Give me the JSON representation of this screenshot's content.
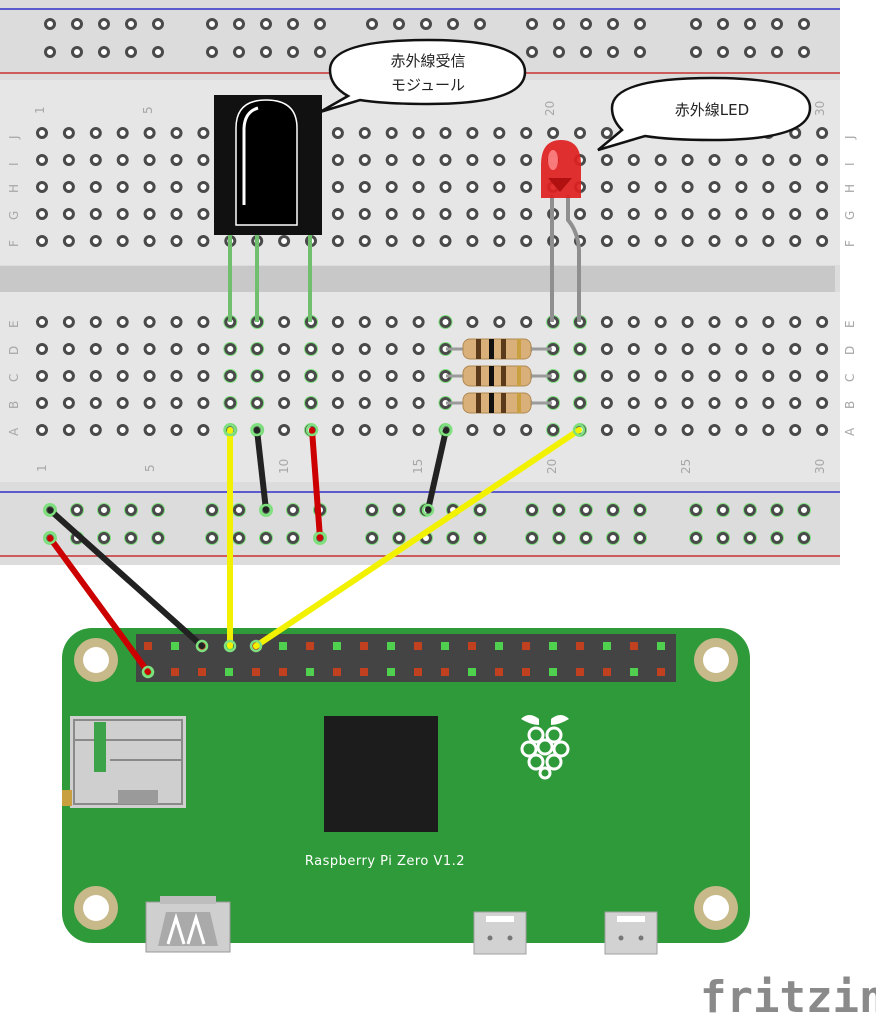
{
  "callouts": {
    "ir_receiver": {
      "line1": "赤外線受信",
      "line2": "モジュール"
    },
    "ir_led": {
      "text": "赤外線LED"
    }
  },
  "breadboard": {
    "column_numbers_top": [
      "1",
      "5",
      "20",
      "30"
    ],
    "column_numbers_bottom": [
      "1",
      "5",
      "10",
      "15",
      "20",
      "25",
      "30"
    ],
    "row_letters_top": [
      "J",
      "I",
      "H",
      "G",
      "F"
    ],
    "row_letters_bottom": [
      "E",
      "D",
      "C",
      "B",
      "A"
    ]
  },
  "board": {
    "label": "Raspberry Pi Zero V1.2"
  },
  "logo": {
    "text": "fritzing"
  },
  "colors": {
    "breadboard": "#dcdcdc",
    "pcb": "#2f9a3a",
    "wire_red": "#cc0000",
    "wire_black": "#222222",
    "wire_yellow": "#f2f200",
    "led": "#e02020",
    "highlight": "#7fe07f"
  },
  "icons": [
    "raspberry-logo-icon"
  ]
}
